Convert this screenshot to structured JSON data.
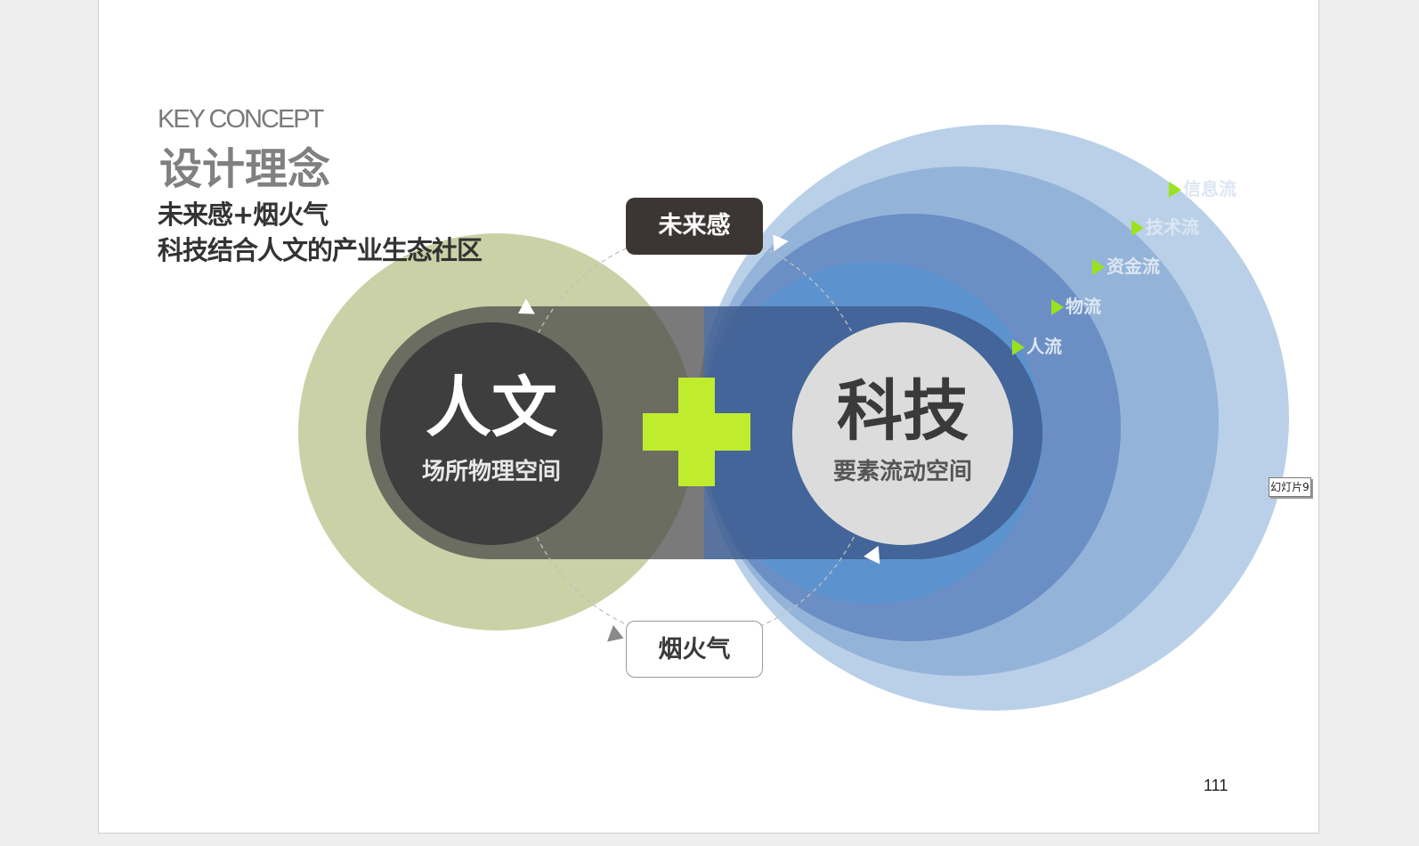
{
  "header": {
    "key_concept": "KEY CONCEPT",
    "title": "设计理念",
    "subtitle_line1": "未来感+烟火气",
    "subtitle_line2": "科技结合人文的产业生态社区"
  },
  "diagram": {
    "left": {
      "main": "人文",
      "sub": "场所物理空间"
    },
    "right": {
      "main": "科技",
      "sub": "要素流动空间"
    },
    "top_tag": "未来感",
    "bottom_tag": "烟火气",
    "flows": [
      "信息流",
      "技术流",
      "资金流",
      "物流",
      "人流"
    ]
  },
  "slide_tooltip": "幻灯片9",
  "page_number": "111",
  "colors": {
    "olive": "#cbd1a6",
    "dark_circle": "#3e3e3e",
    "plus_green": "#c0ec2e",
    "blue_outer": "#b9d0e8",
    "blue_mid1": "#94b3d9",
    "blue_mid2": "#6b8fc4",
    "blue_inner": "#5c93cf",
    "light_circle": "#dcdcdc"
  }
}
